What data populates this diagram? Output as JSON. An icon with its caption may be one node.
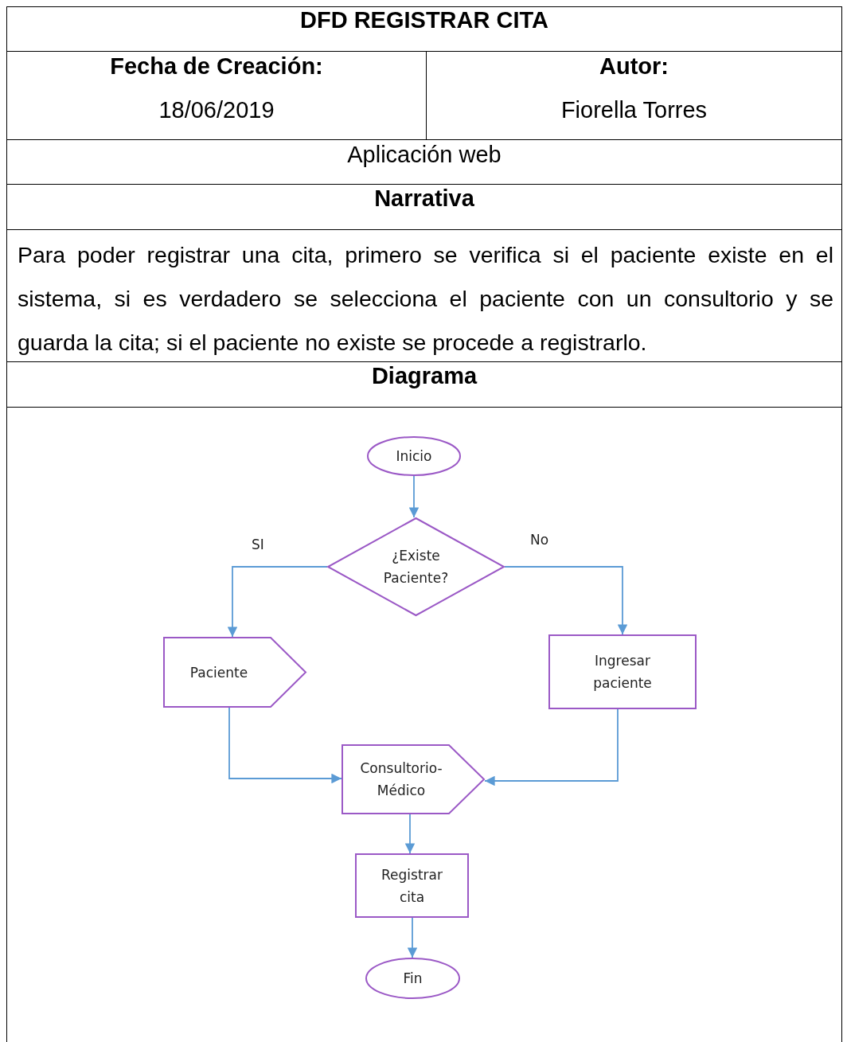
{
  "diagram": {
    "title": "DFD REGISTRAR CITA",
    "nodes": [
      {
        "text": [
          "Inicio"
        ]
      },
      {
        "text": [
          "¿Existe Paciente?"
        ]
      },
      {
        "text": [
          "Paciente"
        ]
      },
      {
        "text": [
          "Ingresar paciente"
        ]
      },
      {
        "text": [
          "Consultorio-Médico"
        ]
      },
      {
        "text": [
          "Registrar cita"
        ]
      },
      {
        "text": [
          "Fin"
        ]
      }
    ],
    "edges": [
      {
        "from": 0,
        "to": 1,
        "arrow": "to"
      },
      {
        "from": 1,
        "to": 2,
        "arrow": "to",
        "label": "SI"
      },
      {
        "from": 1,
        "to": 3,
        "arrow": "to",
        "label": "No"
      },
      {
        "from": 2,
        "to": 4,
        "arrow": "to"
      },
      {
        "from": 3,
        "to": 4,
        "arrow": "to"
      },
      {
        "from": 4,
        "to": 5,
        "arrow": "to"
      },
      {
        "from": 5,
        "to": 6,
        "arrow": "to"
      }
    ],
    "labels": [
      "Fecha de Creación:",
      "Autor:",
      "18/06/2019",
      "Fiorella Torres",
      "Aplicación web",
      "Narrativa",
      "Para poder registrar una cita, primero se verifica si el paciente existe en el sistema, si es verdadero se selecciona el paciente con un consultorio y se guarda la cita; si el paciente no existe se procede a registrarlo.",
      "Diagrama"
    ]
  }
}
